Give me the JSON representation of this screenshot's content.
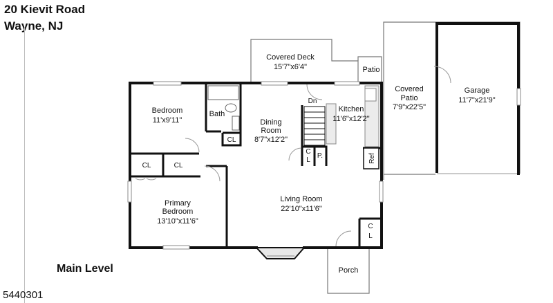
{
  "header": {
    "address_line1": "20 Kievit Road",
    "address_line2": "Wayne, NJ"
  },
  "level_label": "Main Level",
  "mls_number": "5440301",
  "rooms": {
    "covered_deck": {
      "name": "Covered Deck",
      "dims": "15'7\"x6'4\""
    },
    "patio": {
      "name": "Patio"
    },
    "covered_patio": {
      "name1": "Covered",
      "name2": "Patio",
      "dims": "7'9\"x22'5\""
    },
    "garage": {
      "name": "Garage",
      "dims": "11'7\"x21'9\""
    },
    "bedroom": {
      "name": "Bedroom",
      "dims": "11'x9'11\""
    },
    "bath": {
      "name": "Bath"
    },
    "dining": {
      "name1": "Dining",
      "name2": "Room",
      "dims": "8'7\"x12'2\""
    },
    "kitchen": {
      "name": "Kitchen",
      "dims": "11'6\"x12'2\""
    },
    "living": {
      "name": "Living Room",
      "dims": "22'10\"x11'6\""
    },
    "primary": {
      "name1": "Primary",
      "name2": "Bedroom",
      "dims": "13'10\"x11'6\""
    },
    "porch": {
      "name": "Porch"
    }
  },
  "labels": {
    "dn": "Dn",
    "cl": "CL",
    "c": "C",
    "l": "L",
    "p": "P.",
    "ref": "Ref"
  }
}
